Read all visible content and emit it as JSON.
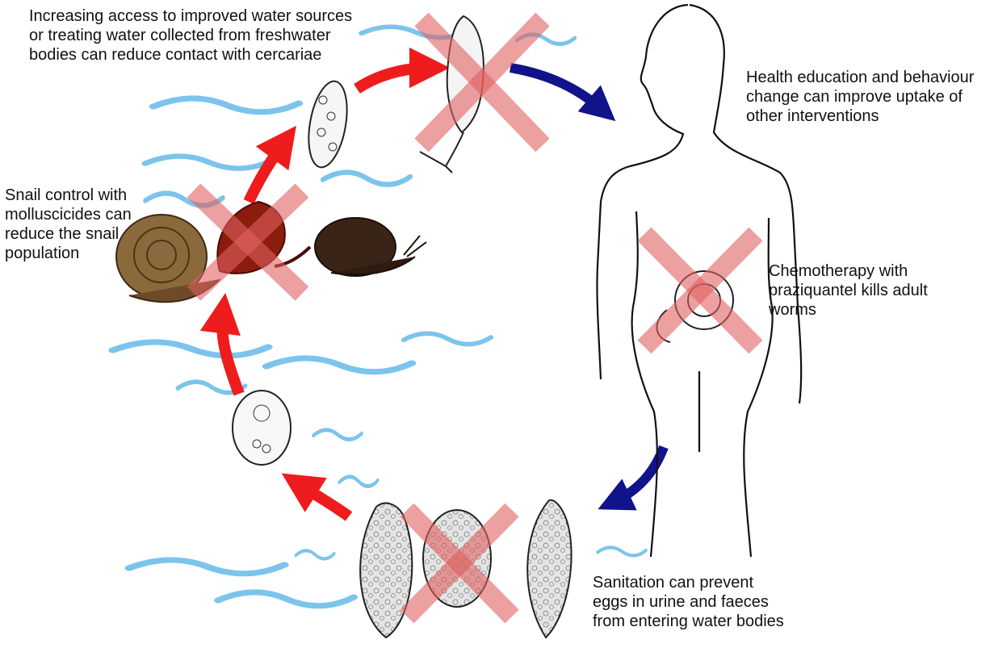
{
  "labels": {
    "water_access": "Increasing access to improved water sources\nor treating water collected from freshwater\nbodies can reduce contact with cercariae",
    "health_education": "Health education and behaviour\nchange can improve uptake of\nother interventions",
    "snail_control": "Snail control with\nmolluscicides can\nreduce the snail\npopulation",
    "chemotherapy": "Chemotherapy with\npraziquantel kills adult\nworms",
    "sanitation": "Sanitation can prevent\neggs in urine and faeces\nfrom entering water bodies"
  },
  "colors": {
    "red_arrow": "#ee1c1c",
    "blue_arrow": "#10138a",
    "water": "#7cc4ec",
    "cross": "#e06060",
    "snail_shell": "#8a6a3c",
    "red_snail": "#8c1c0c",
    "dark_snail": "#3a2418",
    "egg_fill": "#dcdcdc"
  },
  "icons": [
    "cercaria-icon",
    "sporocyst-icon",
    "snail-icon",
    "human-body-icon",
    "adult-worm-icon",
    "egg-icon",
    "miracidium-icon",
    "water-wave-icon"
  ]
}
